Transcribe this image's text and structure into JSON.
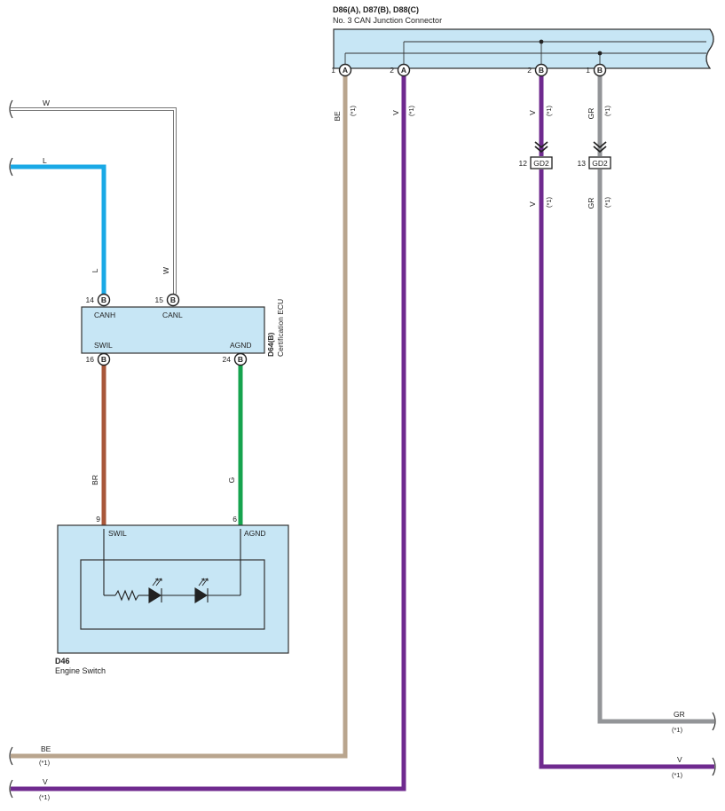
{
  "colors": {
    "BE": "#b9a58e",
    "V": "#6f2a8f",
    "L": "#1aa9e6",
    "BR": "#a8573a",
    "G": "#16a34e",
    "GR": "#939598",
    "W": "#9a9a9a",
    "box_fill": "#c7e6f5"
  },
  "junction_connector": {
    "code": "D86(A), D87(B), D88(C)",
    "name": "No. 3 CAN Junction Connector",
    "pins": [
      {
        "num": "1",
        "letter": "A"
      },
      {
        "num": "2",
        "letter": "A"
      },
      {
        "num": "2",
        "letter": "B"
      },
      {
        "num": "1",
        "letter": "B"
      }
    ]
  },
  "ecu": {
    "code": "D64(B)",
    "name": "Certification ECU",
    "canh_pin": "14",
    "canh_label": "CANH",
    "canl_pin": "15",
    "canl_label": "CANL",
    "swil_pin": "16",
    "swil_label": "SWIL",
    "agnd_pin": "24",
    "agnd_label": "AGND",
    "pin_letter": "B"
  },
  "engine_switch": {
    "code": "D46",
    "name": "Engine Switch",
    "swil_pin": "9",
    "swil_label": "SWIL",
    "agnd_pin": "6",
    "agnd_label": "AGND"
  },
  "gd2": {
    "label": "GD2",
    "v_pin": "12",
    "gr_pin": "13"
  },
  "wire_labels": {
    "W": "W",
    "L": "L",
    "BE": "BE",
    "V": "V",
    "GR": "GR",
    "BR": "BR",
    "G": "G",
    "note": "(*1)"
  }
}
